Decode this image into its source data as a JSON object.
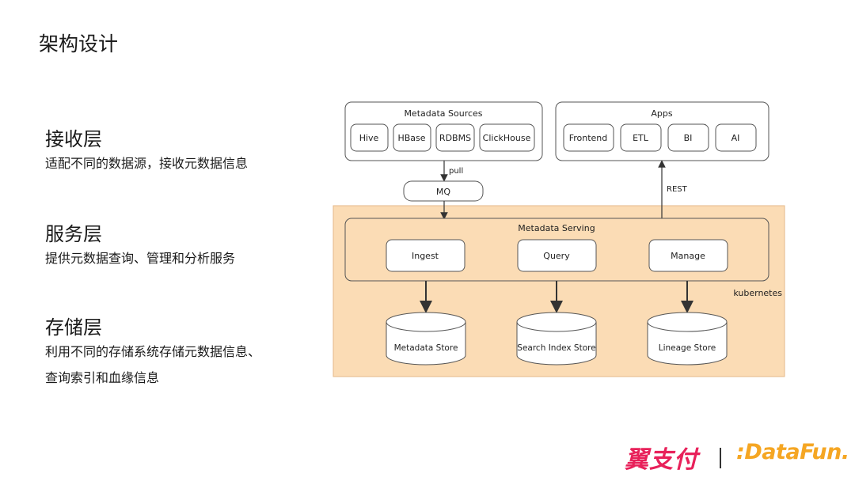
{
  "page_title": "架构设计",
  "layers": [
    {
      "heading": "接收层",
      "desc": [
        "适配不同的数据源，接收元数据信息"
      ]
    },
    {
      "heading": "服务层",
      "desc": [
        "提供元数据查询、管理和分析服务"
      ]
    },
    {
      "heading": "存储层",
      "desc": [
        "利用不同的存储系统存储元数据信息、",
        "查询索引和血缘信息"
      ]
    }
  ],
  "diagram": {
    "sources": {
      "title": "Metadata Sources",
      "items": [
        "Hive",
        "HBase",
        "RDBMS",
        "ClickHouse"
      ]
    },
    "apps": {
      "title": "Apps",
      "items": [
        "Frontend",
        "ETL",
        "BI",
        "AI"
      ]
    },
    "pull_label": "pull",
    "mq_label": "MQ",
    "rest_label": "REST",
    "serving": {
      "title": "Metadata Serving",
      "items": [
        "Ingest",
        "Query",
        "Manage"
      ]
    },
    "cluster_label": "kubernetes",
    "stores": [
      "Metadata Store",
      "Search Index Store",
      "Lineage Store"
    ],
    "colors": {
      "cluster_fill": "#fbdcb5",
      "cluster_stroke": "#e6b98a",
      "box_fill": "#ffffff",
      "stroke": "#333333"
    }
  },
  "logos": {
    "cn": "翼支付",
    "en_mark": ":",
    "en": "DataFun."
  }
}
